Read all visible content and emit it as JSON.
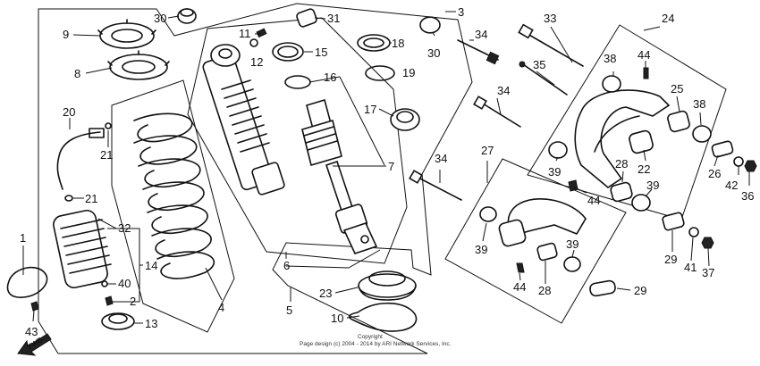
{
  "callouts": [
    {
      "id": "c30a",
      "label": "30"
    },
    {
      "id": "c31",
      "label": "31"
    },
    {
      "id": "c3",
      "label": "3"
    },
    {
      "id": "c9",
      "label": "9"
    },
    {
      "id": "c8",
      "label": "8"
    },
    {
      "id": "c11",
      "label": "11"
    },
    {
      "id": "c12",
      "label": "12"
    },
    {
      "id": "c15",
      "label": "15"
    },
    {
      "id": "c18",
      "label": "18"
    },
    {
      "id": "c16",
      "label": "16"
    },
    {
      "id": "c19",
      "label": "19"
    },
    {
      "id": "c17",
      "label": "17"
    },
    {
      "id": "c7",
      "label": "7"
    },
    {
      "id": "c30b",
      "label": "30"
    },
    {
      "id": "c34a",
      "label": "34"
    },
    {
      "id": "c33",
      "label": "33"
    },
    {
      "id": "c35",
      "label": "35"
    },
    {
      "id": "c34b",
      "label": "34"
    },
    {
      "id": "c24",
      "label": "24"
    },
    {
      "id": "c44a",
      "label": "44"
    },
    {
      "id": "c38a",
      "label": "38"
    },
    {
      "id": "c25",
      "label": "25"
    },
    {
      "id": "c38b",
      "label": "38"
    },
    {
      "id": "c22",
      "label": "22"
    },
    {
      "id": "c28a",
      "label": "28"
    },
    {
      "id": "c39a",
      "label": "39"
    },
    {
      "id": "c39b",
      "label": "39"
    },
    {
      "id": "c44b",
      "label": "44"
    },
    {
      "id": "c26",
      "label": "26"
    },
    {
      "id": "c42",
      "label": "42"
    },
    {
      "id": "c36",
      "label": "36"
    },
    {
      "id": "c20",
      "label": "20"
    },
    {
      "id": "c21a",
      "label": "21"
    },
    {
      "id": "c21b",
      "label": "21"
    },
    {
      "id": "c32",
      "label": "32"
    },
    {
      "id": "c14",
      "label": "14"
    },
    {
      "id": "c40",
      "label": "40"
    },
    {
      "id": "c2",
      "label": "2"
    },
    {
      "id": "c13",
      "label": "13"
    },
    {
      "id": "c1",
      "label": "1"
    },
    {
      "id": "c43",
      "label": "43"
    },
    {
      "id": "c4",
      "label": "4"
    },
    {
      "id": "c6",
      "label": "6"
    },
    {
      "id": "c5",
      "label": "5"
    },
    {
      "id": "c23",
      "label": "23"
    },
    {
      "id": "c10",
      "label": "10"
    },
    {
      "id": "c34c",
      "label": "34"
    },
    {
      "id": "c27",
      "label": "27"
    },
    {
      "id": "c39c",
      "label": "39"
    },
    {
      "id": "c39d",
      "label": "39"
    },
    {
      "id": "c44c",
      "label": "44"
    },
    {
      "id": "c28b",
      "label": "28"
    },
    {
      "id": "c29a",
      "label": "29"
    },
    {
      "id": "c29b",
      "label": "29"
    },
    {
      "id": "c41",
      "label": "41"
    },
    {
      "id": "c37",
      "label": "37"
    }
  ],
  "fwd_label": "FWD",
  "footer": {
    "line1": "Copyright",
    "line2": "Page design (c) 2004 - 2014 by ARI Network Services, Inc."
  }
}
